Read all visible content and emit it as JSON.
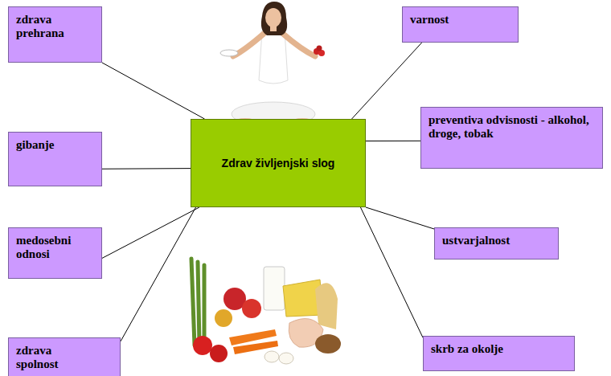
{
  "diagram": {
    "nodes": [
      {
        "text": [
          "Zdrav življenjski slog"
        ]
      },
      {
        "text": [
          "zdrava prehrana"
        ]
      },
      {
        "text": [
          "gibanje"
        ]
      },
      {
        "text": [
          "medosebni odnosi"
        ]
      },
      {
        "text": [
          "zdrava spolnost"
        ]
      },
      {
        "text": [
          "varnost"
        ]
      },
      {
        "text": [
          "preventiva odvisnosti - alkohol, droge, tobak"
        ]
      },
      {
        "text": [
          "ustvarjalnost"
        ]
      },
      {
        "text": [
          "skrb za okolje"
        ]
      }
    ],
    "edges": [
      {
        "from": 0,
        "to": 1,
        "arrow": "none"
      },
      {
        "from": 0,
        "to": 2,
        "arrow": "none"
      },
      {
        "from": 0,
        "to": 3,
        "arrow": "none"
      },
      {
        "from": 0,
        "to": 4,
        "arrow": "none"
      },
      {
        "from": 0,
        "to": 5,
        "arrow": "none"
      },
      {
        "from": 0,
        "to": 6,
        "arrow": "none"
      },
      {
        "from": 0,
        "to": 7,
        "arrow": "none"
      },
      {
        "from": 0,
        "to": 8,
        "arrow": "none"
      }
    ]
  }
}
